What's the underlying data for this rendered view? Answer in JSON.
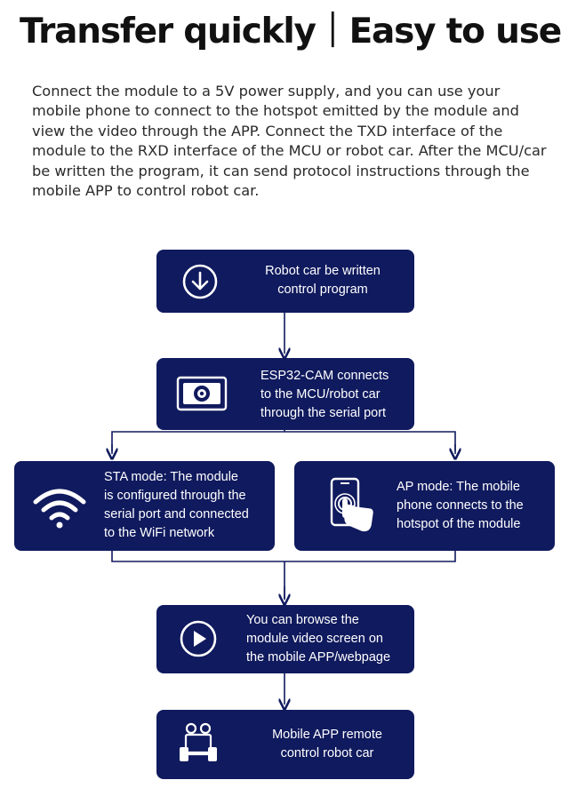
{
  "header": {
    "title": "Transfer quickly｜Easy to use"
  },
  "intro": {
    "text": "Connect the module to a 5V power supply, and you can use your mobile phone to connect to the hotspot emitted by the module and view the video through the APP. Connect the TXD interface of the module to the RXD interface of the MCU or robot car. After the MCU/car be written the program, it can send protocol instructions through the mobile APP to control robot car."
  },
  "flow": {
    "step1": {
      "line1": "Robot car be written",
      "line2": "control program",
      "icon": "download-circle-icon"
    },
    "step2": {
      "line1": "ESP32-CAM connects",
      "line2": "to the MCU/robot car",
      "line3": "through the serial port",
      "icon": "camera-module-icon"
    },
    "step3a": {
      "line1": "STA mode: The module",
      "line2": "is configured through the",
      "line3": "serial port and connected",
      "line4": "to the WiFi network",
      "icon": "wifi-icon"
    },
    "step3b": {
      "line1": "AP mode: The mobile",
      "line2": "phone connects to the",
      "line3": "hotspot of the module",
      "icon": "phone-touch-icon"
    },
    "step4": {
      "line1": "You can browse the",
      "line2": "module video screen on",
      "line3": "the mobile APP/webpage",
      "icon": "play-circle-icon"
    },
    "step5": {
      "line1": "Mobile APP remote",
      "line2": "control robot car",
      "icon": "robot-car-icon"
    }
  },
  "colors": {
    "box_fill": "#101a5e",
    "box_text": "#ffffff",
    "arrow": "#101a5e"
  }
}
